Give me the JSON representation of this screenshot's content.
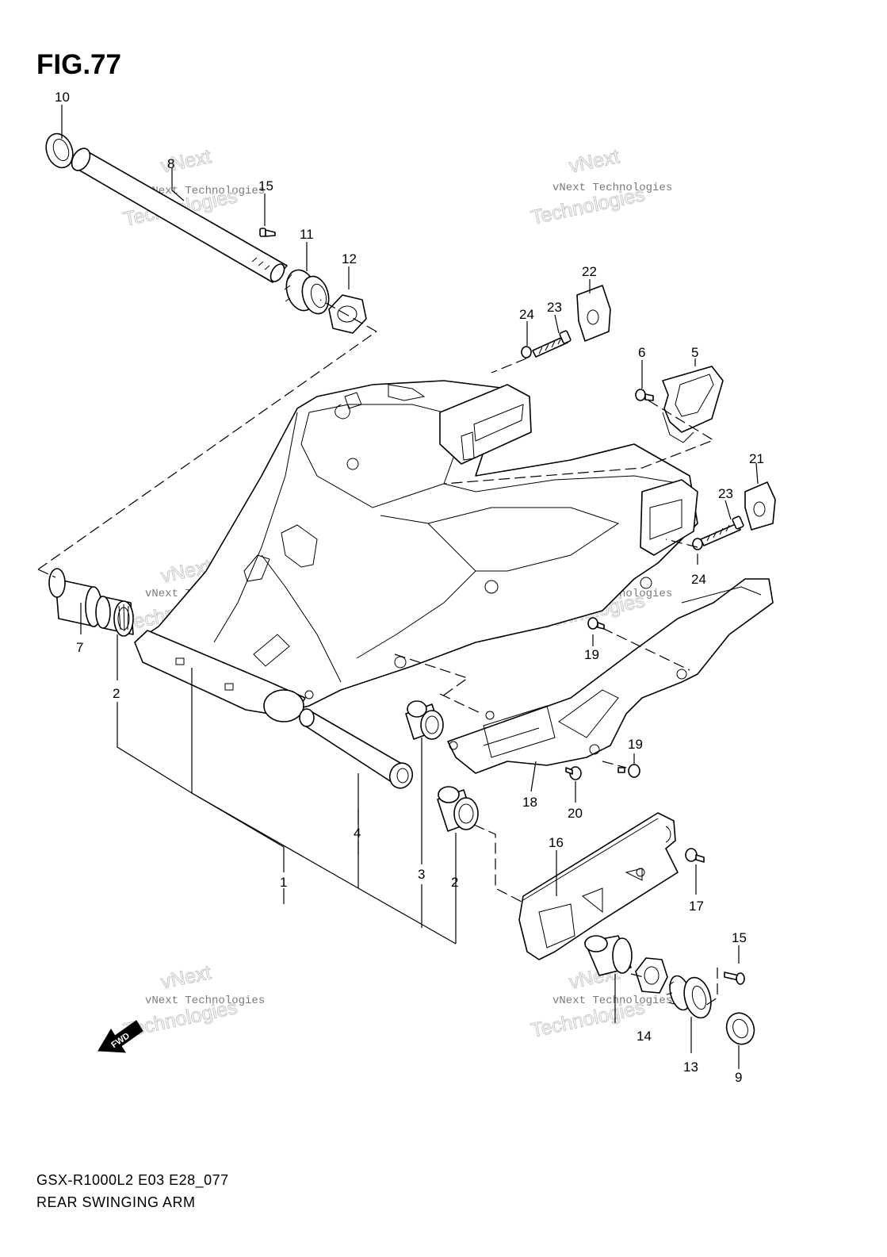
{
  "figure": {
    "title": "FIG.77",
    "caption_code": "GSX-R1000L2 E03 E28_077",
    "caption_name": "REAR SWINGING ARM"
  },
  "watermark": {
    "line1": "vNext Technologies",
    "line2": "Technologies",
    "line3": "vNext"
  },
  "fwd_badge": "FWD",
  "callouts": {
    "c10": "10",
    "c8": "8",
    "c15a": "15",
    "c11": "11",
    "c12": "12",
    "c22": "22",
    "c23a": "23",
    "c24a": "24",
    "c6": "6",
    "c5": "5",
    "c21": "21",
    "c23b": "23",
    "c24b": "24",
    "c7": "7",
    "c2a": "2",
    "c19a": "19",
    "c19b": "19",
    "c18": "18",
    "c20": "20",
    "c4": "4",
    "c1": "1",
    "c3": "3",
    "c2b": "2",
    "c16": "16",
    "c17": "17",
    "c15b": "15",
    "c14": "14",
    "c13": "13",
    "c9": "9"
  }
}
